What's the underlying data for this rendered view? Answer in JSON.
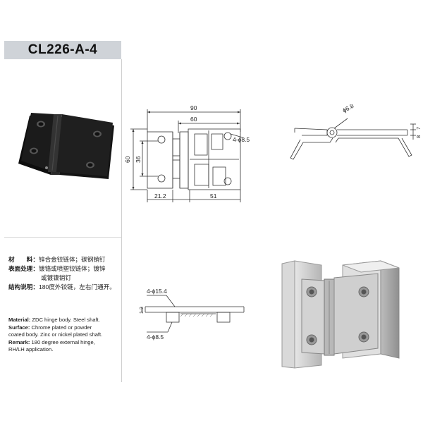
{
  "product": {
    "code": "CL226-A-4"
  },
  "specs_cn": [
    {
      "label": "材　　料：",
      "value": "锌合金铰链体；碳钢销钉"
    },
    {
      "label": "表面处理：",
      "value": "镀铬或喷塑铰链体；镀锌",
      "value2": "或镀镍销钉"
    },
    {
      "label": "结构说明：",
      "value": "180度外铰链，左右门通开。"
    }
  ],
  "specs_en": {
    "material_label": "Material:",
    "material_text": " ZDC hinge body. Steel shaft.",
    "surface_label": "Surface:",
    "surface_text": " Chrome plated or powder",
    "surface_text2": "coated body. Zinc or nickel plated shaft.",
    "remark_label": "Remark:",
    "remark_text": " 180 degree external hinge,",
    "remark_text2": "RH/LH application."
  },
  "dimensions": {
    "front": {
      "overall_width": "90",
      "inner_width": "60",
      "height": "60",
      "hole_spacing": "36",
      "left_offset": "21.2",
      "right_offset": "51",
      "hole_note": "4-ϕ8.5"
    },
    "side": {
      "pin_dia": "ϕ6.8",
      "t1": "7",
      "t2": "8"
    },
    "section": {
      "counterbore": "4-ϕ15.4",
      "depth": "1.2",
      "hole": "4-ϕ8.5"
    }
  },
  "colors": {
    "title_bar": "#cfd3d8",
    "line": "#333333",
    "body_black": "#1b1b1b",
    "metal": "#c9c9c9"
  }
}
